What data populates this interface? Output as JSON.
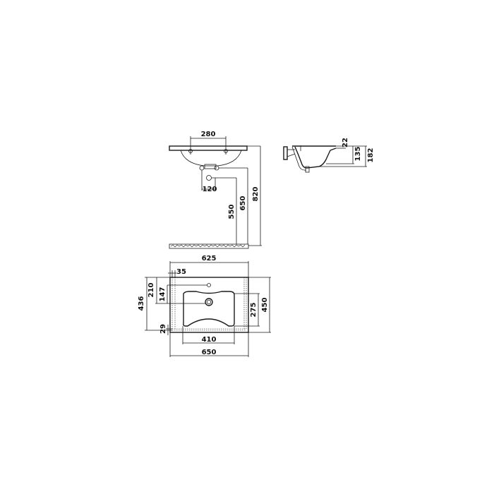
{
  "drawing": {
    "front_view": {
      "tap_hole_spacing": "280",
      "waste_offset": "120",
      "waste_height": "550",
      "tap_height": "650",
      "total_height": "820"
    },
    "side_view": {
      "rim_thickness": "22",
      "bowl_depth": "135",
      "total_depth": "182"
    },
    "top_view": {
      "inner_width": "625",
      "edge_offset": "35",
      "tap_hole_from_back": "210",
      "waste_from_back": "147",
      "overall_depth_left": "436",
      "front_offset": "29",
      "bowl_depth": "275",
      "overall_depth_right": "450",
      "bowl_width": "410",
      "overall_width": "650"
    }
  },
  "colors": {
    "line": "#1a1a1a",
    "background": "#ffffff"
  }
}
